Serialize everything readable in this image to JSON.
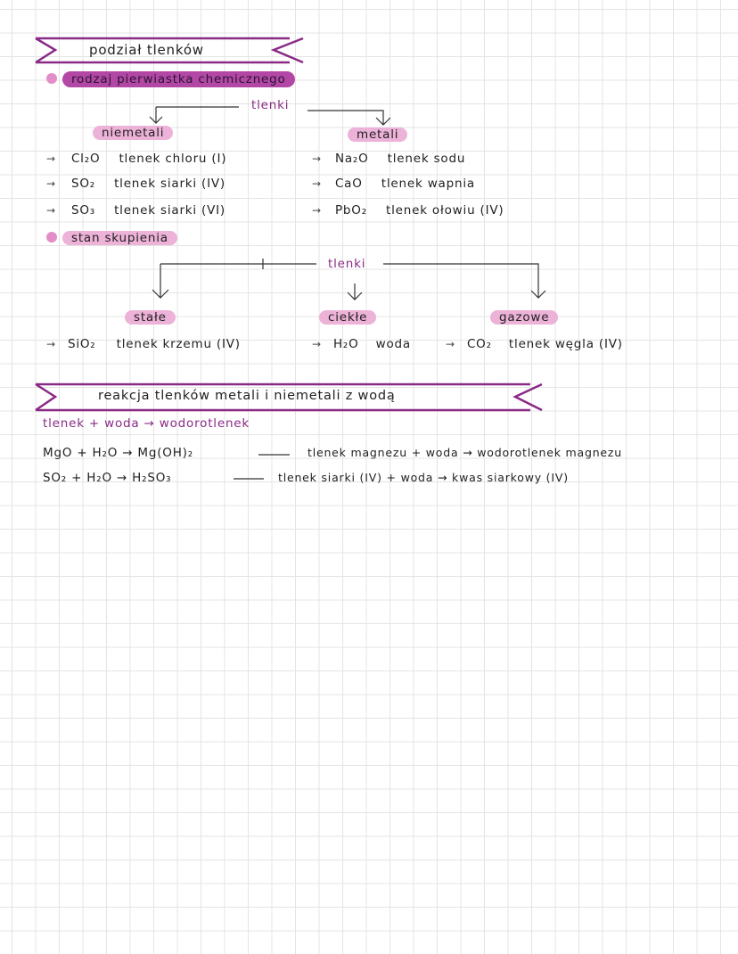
{
  "section1": {
    "banner": "podział tlenków",
    "criterion1": "rodzaj pierwiastka chemicznego",
    "root1": "tlenki",
    "nonmetals": {
      "label": "niemetali",
      "items": [
        {
          "formula": "Cl₂O",
          "name": "tlenek chloru (I)"
        },
        {
          "formula": "SO₂",
          "name": "tlenek siarki (IV)"
        },
        {
          "formula": "SO₃",
          "name": "tlenek siarki (VI)"
        }
      ]
    },
    "metals": {
      "label": "metali",
      "items": [
        {
          "formula": "Na₂O",
          "name": "tlenek sodu"
        },
        {
          "formula": "CaO",
          "name": "tlenek wapnia"
        },
        {
          "formula": "PbO₂",
          "name": "tlenek ołowiu (IV)"
        }
      ]
    },
    "criterion2": "stan skupienia",
    "root2": "tlenki",
    "states": [
      {
        "label": "stałe",
        "example": "SiO₂",
        "name": "tlenek krzemu (IV)"
      },
      {
        "label": "ciekłe",
        "example": "H₂O",
        "name": "woda"
      },
      {
        "label": "gazowe",
        "example": "CO₂",
        "name": "tlenek węgla (IV)"
      }
    ]
  },
  "section2": {
    "banner": "reakcja tlenków metali i niemetali z wodą",
    "rule": "tlenek + woda → wodorotlenek",
    "equations": [
      {
        "eq": "MgO + H₂O → Mg(OH)₂",
        "dash": "—",
        "words": "tlenek magnezu + woda → wodorotlenek magnezu"
      },
      {
        "eq": "SO₂ + H₂O → H₂SO₃",
        "dash": "—",
        "words": "tlenek siarki (IV) + woda → kwas siarkowy (IV)"
      }
    ]
  },
  "colors": {
    "accent": "#8a2a86",
    "highlight": "#ecb2d8",
    "bullet": "#e38ec8"
  },
  "icons": {
    "bullet": "pink-dot-icon",
    "arrow": "arrow-right-icon",
    "down_arrow": "arrow-down-icon"
  }
}
